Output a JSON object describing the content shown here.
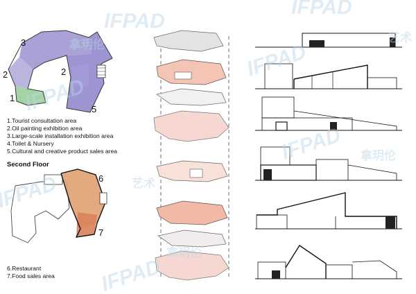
{
  "first_floor": {
    "numbers": [
      "3",
      "2",
      "1",
      "2",
      "5"
    ],
    "legend": [
      "1.Tourist consultation area",
      "2.Oil painting exhibition area",
      "3.Large-scale installation exhibition area",
      "4.Toilet & Nursery",
      "5.Cultural and creative product sales area"
    ]
  },
  "second_floor": {
    "heading": "Second Floor",
    "numbers": [
      "6",
      "7"
    ],
    "legend": [
      "6.Restaurant",
      "7.Food sales area"
    ]
  },
  "watermark": {
    "latin": "IFPAD",
    "chinese": "拿玥伦",
    "badge": "艺术"
  },
  "colors": {
    "purple": "#8b83c9",
    "green": "#a6d3a6",
    "orange": "#e0a172",
    "salmon": "#f2b9a7",
    "pink": "#f6d7d2",
    "line": "#111111"
  }
}
